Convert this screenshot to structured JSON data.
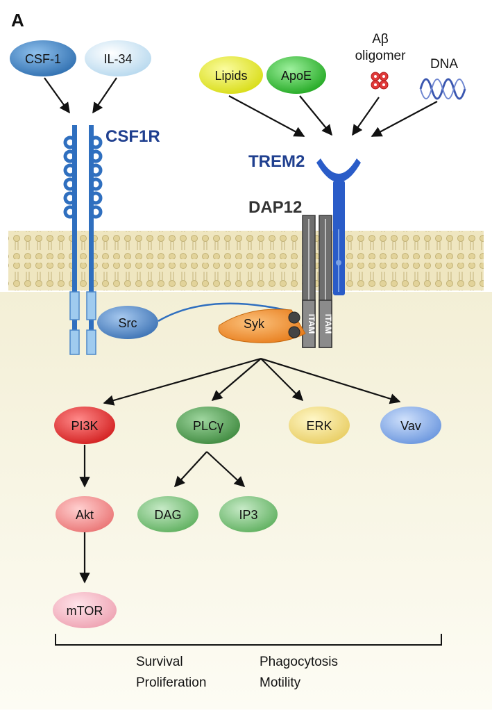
{
  "panel_label": "A",
  "ligands": {
    "csf1": "CSF-1",
    "il34": "IL-34",
    "lipids": "Lipids",
    "apoe": "ApoE",
    "abeta_line1": "Aβ",
    "abeta_line2": "oligomer",
    "dna": "DNA"
  },
  "receptors": {
    "csf1r": "CSF1R",
    "trem2": "TREM2",
    "dap12": "DAP12"
  },
  "kinases": {
    "src": "Src",
    "syk": "Syk",
    "itam": "ITAM"
  },
  "downstream": {
    "pi3k": "PI3K",
    "plcy": "PLCγ",
    "erk": "ERK",
    "vav": "Vav",
    "akt": "Akt",
    "dag": "DAG",
    "ip3": "IP3",
    "mtor": "mTOR"
  },
  "outcomes": {
    "survival": "Survival",
    "proliferation": "Proliferation",
    "phagocytosis": "Phagocytosis",
    "motility": "Motility"
  },
  "colors": {
    "csf1": "#4f8fc8",
    "il34": "#cfe6f4",
    "lipids": "#eef03a",
    "apoe": "#3cc43c",
    "abeta": "#e03b3b",
    "dna": "#3b57b0",
    "receptor_blue": "#2f6fbf",
    "trem2_blue": "#2a5cc8",
    "src": "#4e86c4",
    "syk": "#f08a2a",
    "pi3k": "#e33c3c",
    "plcy": "#4f9e4f",
    "erk": "#f1dc80",
    "vav": "#7aa4e6",
    "akt": "#f08c8c",
    "dag": "#7bc47b",
    "ip3": "#7bc47b",
    "mtor": "#f3b3c0",
    "membrane": "#d9c98a",
    "cytoplasm": "#f8f5e4"
  }
}
